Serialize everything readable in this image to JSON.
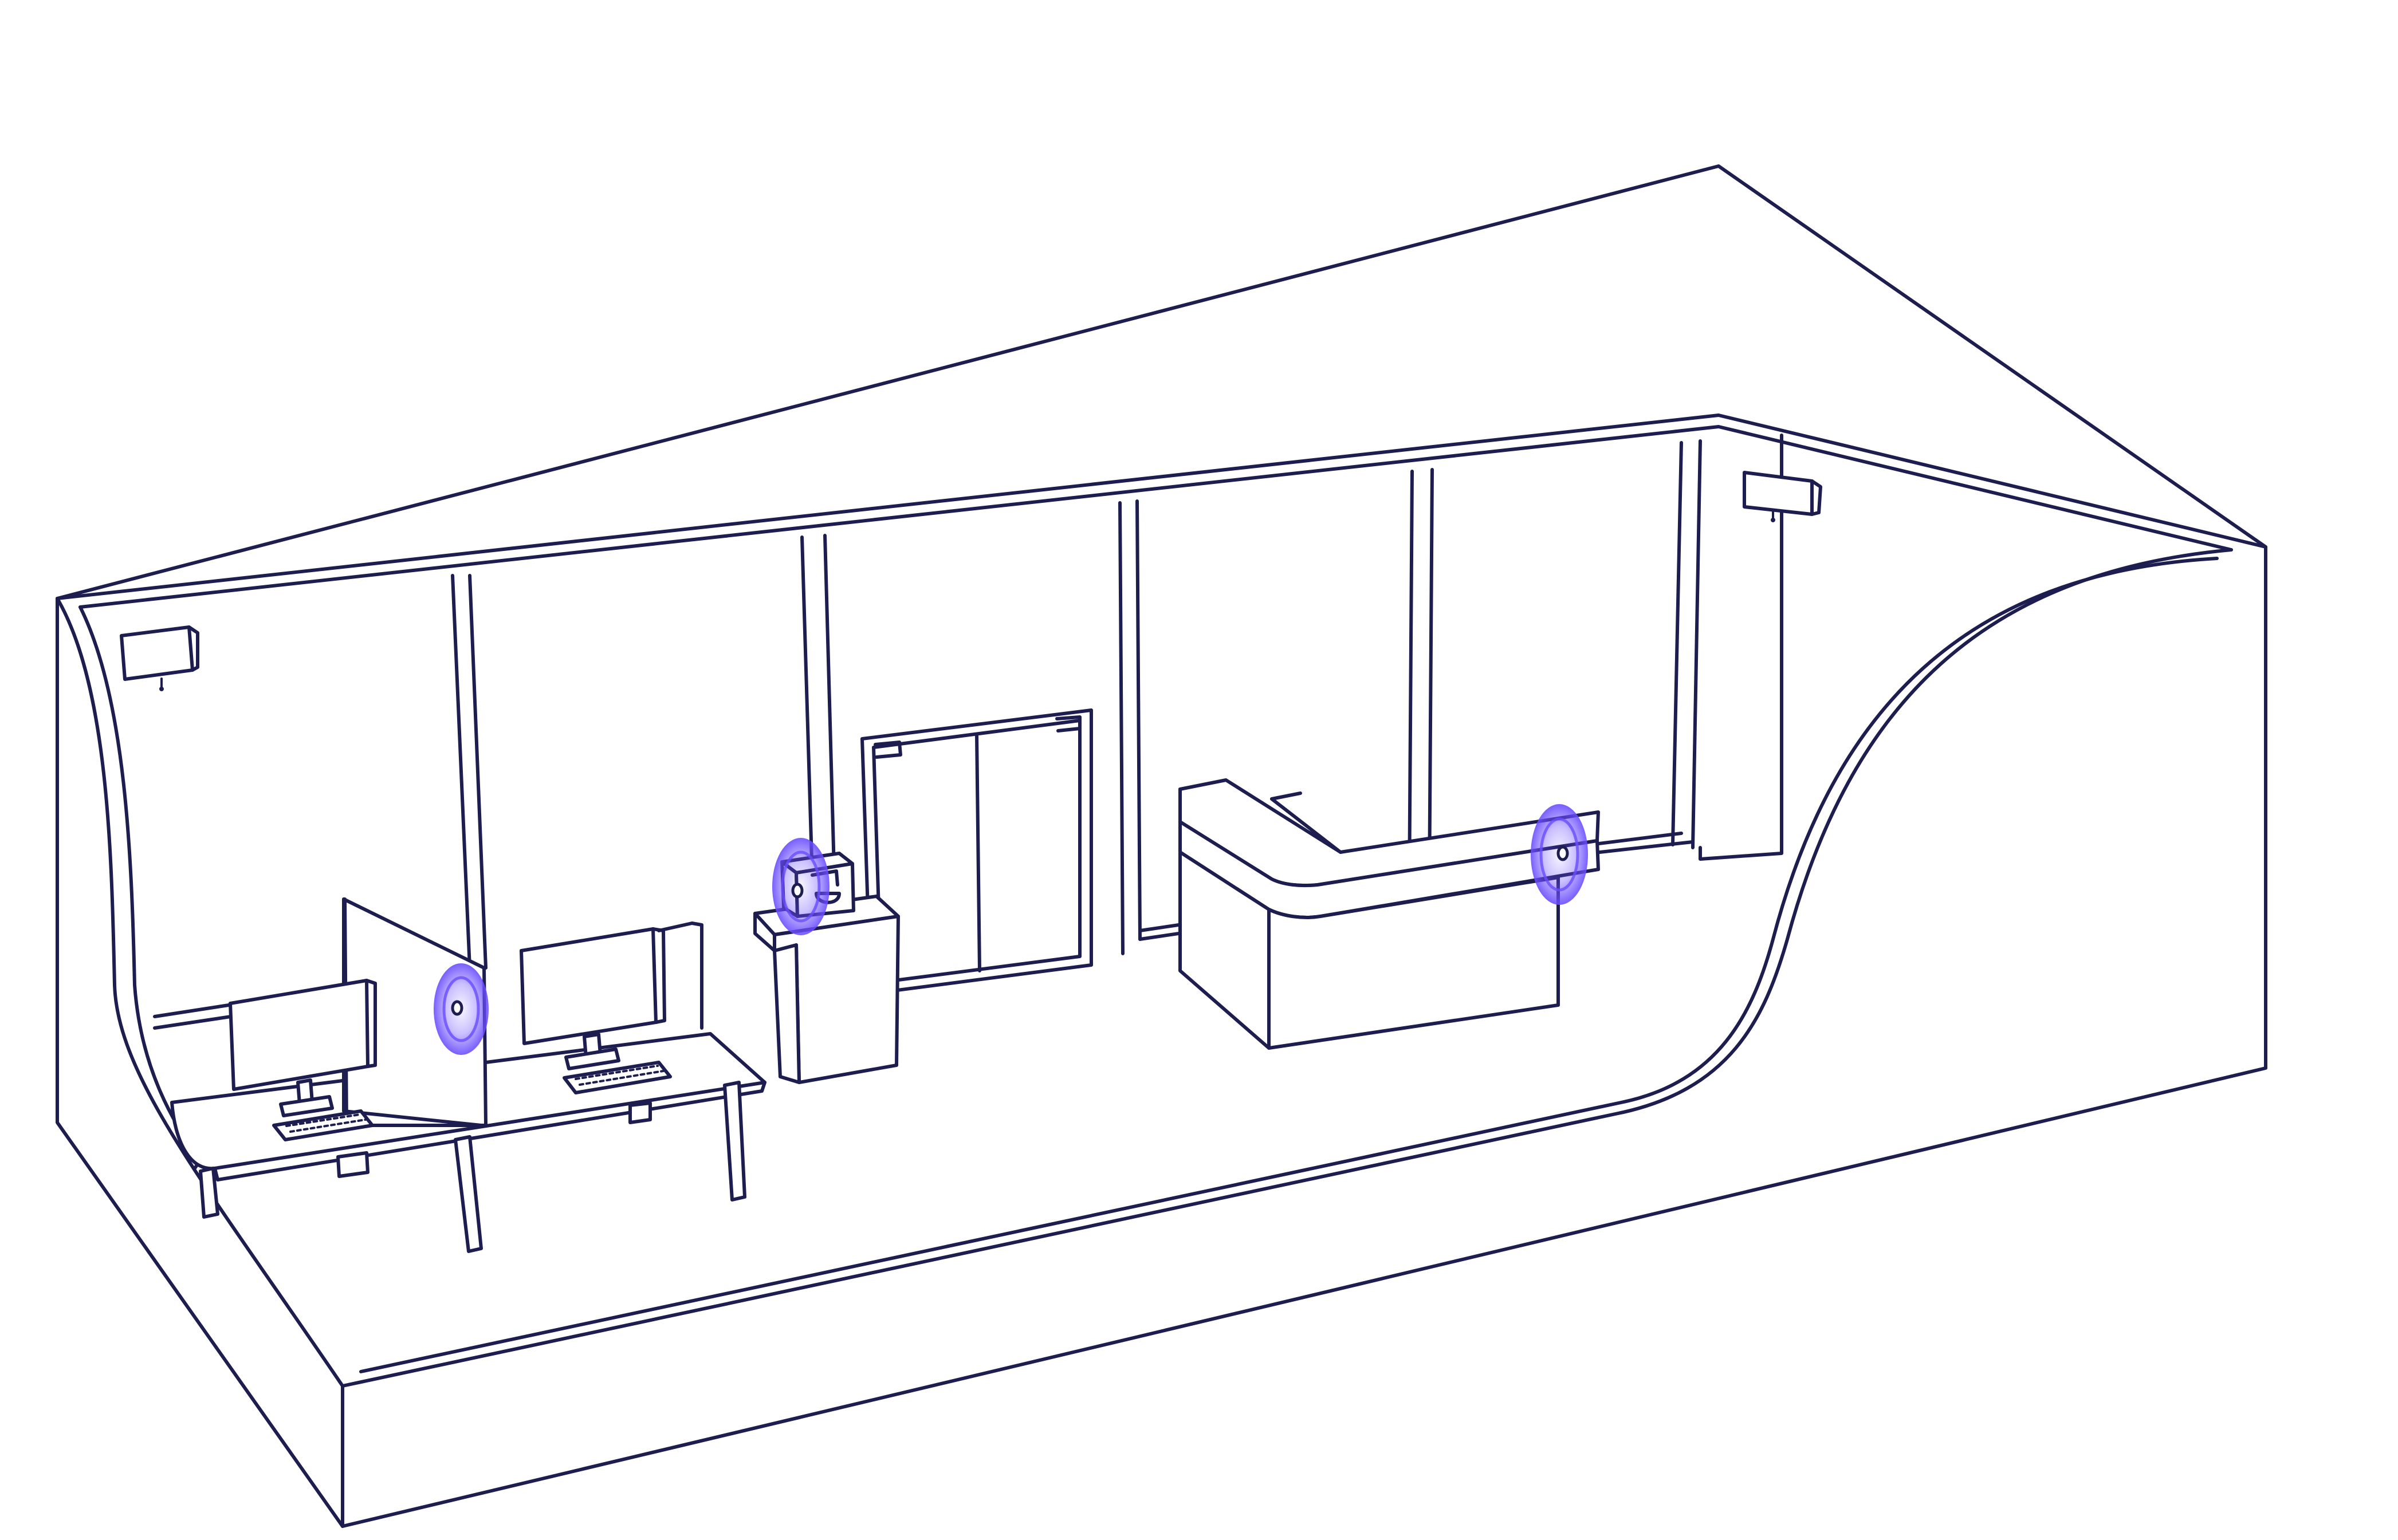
{
  "scene": {
    "line_color": "#1d1d4f",
    "background": "#ffffff",
    "beacon_color": "#6a4cff",
    "beacons": [
      {
        "name": "wall-desk-beacon",
        "icon": "wireless-beacon-icon"
      },
      {
        "name": "coffee-machine-beacon",
        "icon": "wireless-beacon-icon"
      },
      {
        "name": "sofa-beacon",
        "icon": "wireless-beacon-icon"
      }
    ],
    "sensors": [
      {
        "name": "left-ceiling-sensor",
        "icon": "ceiling-sensor-icon"
      },
      {
        "name": "right-ceiling-sensor",
        "icon": "ceiling-sensor-icon"
      }
    ]
  }
}
